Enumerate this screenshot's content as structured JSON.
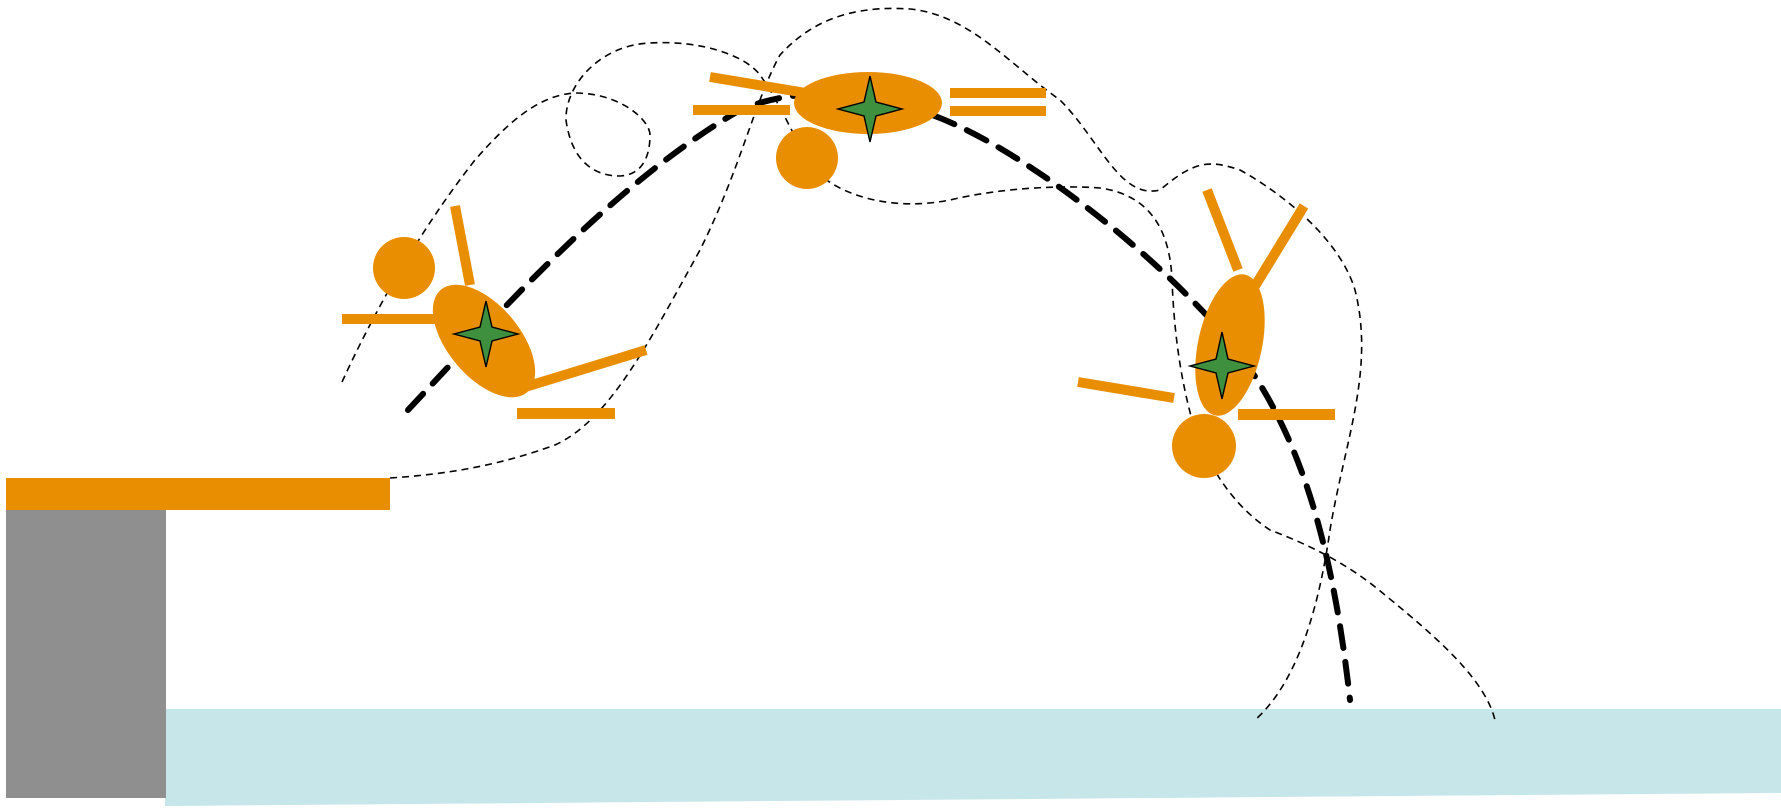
{
  "diagram": {
    "kind": "illustration",
    "subject": "diver-trajectory",
    "colors": {
      "background": "#ffffff",
      "diver": "#E88E00",
      "center_of_mass": "#3E8F3E",
      "outline": "#000000",
      "board": "#E88E00",
      "pillar": "#8F8F8F",
      "water": "#C7E6EA",
      "path": "#000000"
    },
    "elements": [
      {
        "name": "diving-board",
        "color": "board"
      },
      {
        "name": "board-pillar",
        "color": "pillar"
      },
      {
        "name": "pool-water",
        "color": "water"
      },
      {
        "name": "center-of-mass-path",
        "style": "thick-dashed"
      },
      {
        "name": "hand-path",
        "style": "thin-dashed"
      },
      {
        "name": "foot-path",
        "style": "thin-dashed"
      },
      {
        "name": "diver-takeoff",
        "phase": "takeoff"
      },
      {
        "name": "diver-apex",
        "phase": "apex"
      },
      {
        "name": "diver-entry",
        "phase": "entry"
      }
    ],
    "center_of_mass_marker": "four-point-star-icon"
  }
}
